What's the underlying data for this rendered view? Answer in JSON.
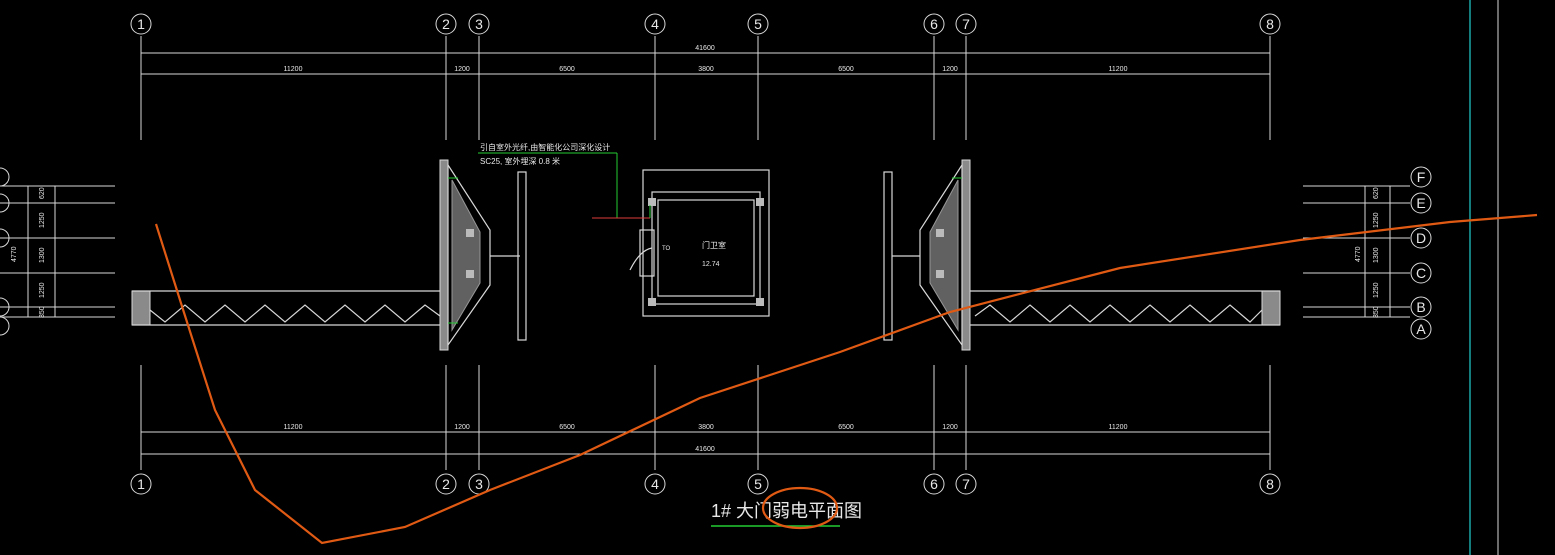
{
  "title": "1# 大门弱电平面图",
  "axes_top": [
    "1",
    "2",
    "3",
    "4",
    "5",
    "6",
    "7",
    "8"
  ],
  "axes_right": [
    "F",
    "E",
    "D",
    "C",
    "B",
    "A"
  ],
  "total_dim": "41600",
  "dims_top": [
    "11200",
    "1200",
    "6500",
    "3800",
    "6500",
    "1200",
    "11200"
  ],
  "dims_vert": [
    "620",
    "1250",
    "1300",
    "1250",
    "350"
  ],
  "dim_vert_total": "4770",
  "note_line1": "引自室外光纤,由智能化公司深化设计",
  "note_line2": "SC25, 室外埋深 0.8 米",
  "room_label": "门卫室",
  "room_sub": "12.74",
  "tag_small": "TO",
  "colors": {
    "accent": "#e05a14",
    "green": "#22cc33",
    "cyan": "#1aa6a6",
    "lines": "#d8d8d8"
  }
}
